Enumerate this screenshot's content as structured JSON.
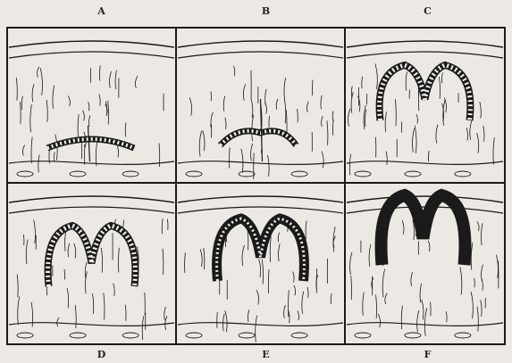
{
  "figure": {
    "panels": [
      {
        "label": "A",
        "stage": "flat"
      },
      {
        "label": "B",
        "stage": "shallow"
      },
      {
        "label": "C",
        "stage": "deep"
      },
      {
        "label": "D",
        "stage": "deep-dotted"
      },
      {
        "label": "E",
        "stage": "deep-dark"
      },
      {
        "label": "F",
        "stage": "solid"
      }
    ]
  }
}
